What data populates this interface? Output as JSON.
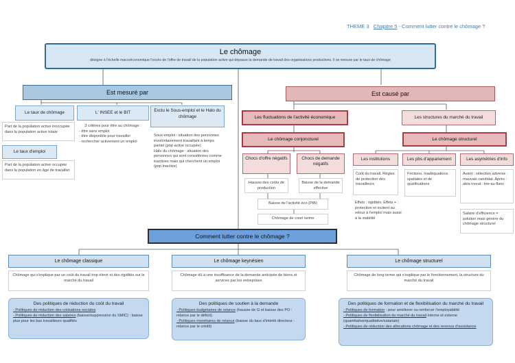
{
  "header": {
    "theme": "THEME 3",
    "chapter": "Chapitre 5",
    "title": " - Comment lutter contre le chômage ?"
  },
  "main": {
    "title": "Le chômage",
    "subtitle": "désigne à l'échelle macroéconomique l'excès de l'offre de travail de la population active qui dépasse la demande de travail des organisations productives. Il se mesure par le taux de chômage"
  },
  "measured": {
    "label": "Est mesuré par",
    "taux": {
      "label": "Le taux de chômage",
      "desc": "Part de la population active inoccupée dans la population active totale"
    },
    "emploi": {
      "label": "Le taux d'emploi",
      "desc": "Part de la population active occupée dans la population en âge de travailler"
    },
    "insee": {
      "label": "L' INSEE et le BIT",
      "intro": "3 critères pour être au chômage :",
      "items": [
        "- être sans emploi",
        "- être disponible pour travailler",
        "- rechercher activement un emploi"
      ]
    },
    "sous": {
      "label": "Exclu le Sous-emploi et le Halo du chômage",
      "desc1": "Sous-emploi : situation des personnes involontairement travaillant à temps partiel (pop active occupée)",
      "desc2": "Halo du chômage : situation des personnes qui sont considérées comme inactives mais qui cherchent un emploi (pop inactive)"
    }
  },
  "caused": {
    "label": "Est causé par",
    "fluct": {
      "label": "Les fluctuations de l'activité économique",
      "conj": "Le chômage conjoncturel",
      "offre": "Chocs d'offre négatifs",
      "demande": "Chocs de demande négatifs",
      "offre_desc": "Hausse des coûts de production",
      "demande_desc": "Baisse de la demande effective",
      "baisse": "Baisse de l'activité éco (PIB)",
      "chom": "Chômage de court terme"
    },
    "struct": {
      "label": "Les structures du marché du travail",
      "structurel": "Le chômage structurel",
      "inst": "Les institutions",
      "inst_desc": "Coût du travail. Règles de protection des travailleurs",
      "inst_effets": "Effets : rigidités. Effets + : protection et incitent au retour à l'emploi mais aussi à la stabilité",
      "pb": "Les pbs d'appariement",
      "pb_desc": "Frictions. Inadéquations spatiales et de qualifications",
      "asym": "Les asymétries d'info",
      "asym_desc": "Avant : sélection adverse : mauvais candidat. Après : aléa moral : tire-au-flanc",
      "asym_salaire": "Salaire d'efficience = solution mais génère du chômage structurel"
    }
  },
  "center": {
    "label": "Comment lutter contre le chômage  ?"
  },
  "bottom": {
    "classique": {
      "label": "Le chômage classique",
      "desc": "Chômage qui s'explique par un coût du travail trop élevé et des rigidités sur le marché du travail",
      "pol_title": "Des politiques de réduction du coût du travail",
      "pol1": "- Politiques de réduction des cotisations sociales",
      "pol2": "- Politiques de réduction des salaires",
      "pol2_rest": " (baisse/suppression du SMIC) : baisse plus pour les bas travailleurs qualifiés"
    },
    "keynes": {
      "label": "Le chômage keynésien",
      "desc": "Chômage dû à une insuffisance de la demande anticipée de biens et services par les entreprises",
      "pol_title": "Des politiques de soutien à la demande",
      "pol1": "- Politiques budgétaires de relance",
      "pol1_rest": " (hausse de G et baisse des PO : relance par le déficit)",
      "pol2": "- Politiques monétaires de relance",
      "pol2_rest": " (baisse du taux d'intérêt directeur : relance par le crédit)"
    },
    "struct": {
      "label": "Le chômage structurel",
      "desc": "Chômage de long terme qui s'explique par le fonctionnement, la structure du marché du travail",
      "pol_title": "Des politiques de formation et de flexibilisation du marché du travail",
      "pol1": "- Politiques de formation",
      "pol1_rest": " : pour améliorer ou renforcer l'employabilité",
      "pol2": "- Politiques de flexibilisation du marché du travail",
      "pol2_rest": " interne et externe (quantitative/qualitative/salariale)",
      "pol3": "- Politiques de réduction des allocations chômage et des revenus d'assistance"
    }
  },
  "colors": {
    "blue_dark": "#2f6a95",
    "blue_bar": "#a9c9e3",
    "red_bar": "#e3b6b8",
    "red_border": "#a33c43",
    "center": "#6da0dd"
  }
}
